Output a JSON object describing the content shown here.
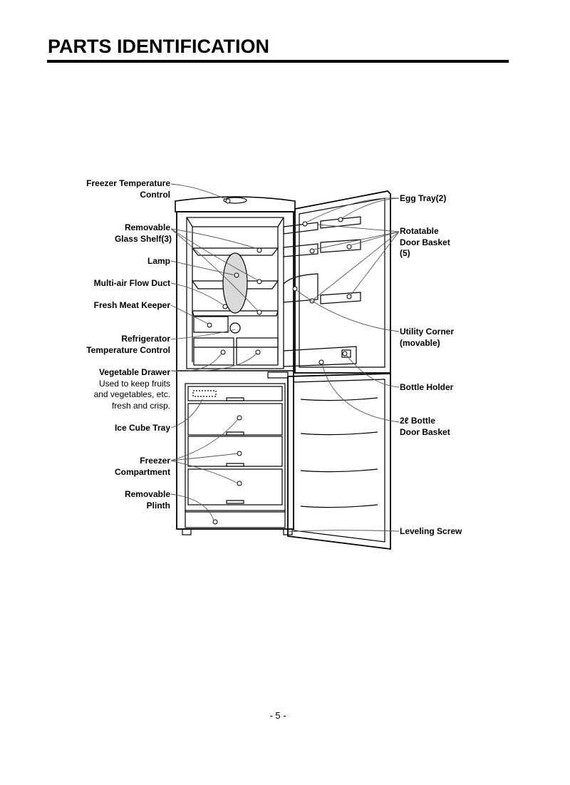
{
  "page": {
    "title": "PARTS IDENTIFICATION",
    "page_number": "- 5 -"
  },
  "labels_left": {
    "freezer_temp_control_1": "Freezer Temperature",
    "freezer_temp_control_2": "Control",
    "glass_shelf_1": "Removable",
    "glass_shelf_2": "Glass Shelf(3)",
    "lamp": "Lamp",
    "multi_air_flow_duct": "Multi-air Flow Duct",
    "fresh_meat_keeper": "Fresh Meat Keeper",
    "fridge_temp_control_1": "Refrigerator",
    "fridge_temp_control_2": "Temperature  Control",
    "vegetable_drawer": "Vegetable Drawer",
    "vegetable_note_1": "Used to keep fruits",
    "vegetable_note_2": "and vegetables, etc.",
    "vegetable_note_3": "fresh and crisp.",
    "ice_cube_tray": "Ice Cube Tray",
    "freezer_compartment_1": "Freezer",
    "freezer_compartment_2": "Compartment",
    "plinth_1": "Removable",
    "plinth_2": "Plinth"
  },
  "labels_right": {
    "egg_tray": "Egg Tray(2)",
    "rotatable_1": "Rotatable",
    "rotatable_2": "Door Basket",
    "rotatable_3": "(5)",
    "utility_corner_1": "Utility Corner",
    "utility_corner_2": "(movable)",
    "bottle_holder": "Bottle Holder",
    "bottle_basket_1": "2ℓ Bottle",
    "bottle_basket_2": "Door Basket",
    "leveling_screw": "Leveling Screw"
  }
}
